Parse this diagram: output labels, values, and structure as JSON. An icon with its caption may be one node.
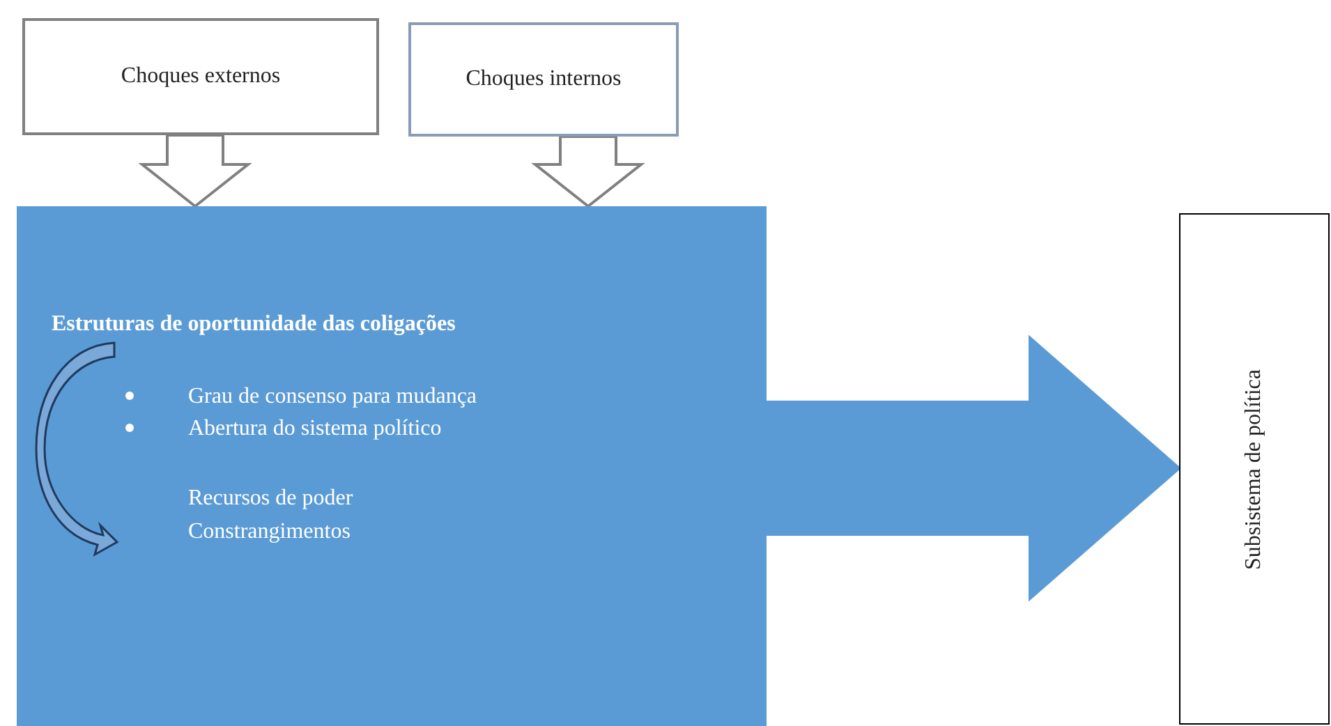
{
  "diagram": {
    "nodes": [
      {
        "text": [
          "Choques externos"
        ]
      },
      {
        "text": [
          "Choques internos"
        ]
      },
      {
        "text": [
          "Estruturas de oportunidade das coligações",
          "Grau de consenso para mudança",
          "Abertura do sistema político",
          "Recursos de poder",
          "Constrangimentos"
        ]
      },
      {
        "text": [
          "Subsistema de política"
        ]
      }
    ],
    "edges": [
      {
        "from": 0,
        "to": 2,
        "arrow": "to",
        "style": "thick"
      },
      {
        "from": 1,
        "to": 2,
        "arrow": "to",
        "style": "thick"
      },
      {
        "from": 2,
        "to": 3,
        "arrow": "to",
        "style": "thick",
        "color": "#5b9bd5"
      }
    ]
  }
}
